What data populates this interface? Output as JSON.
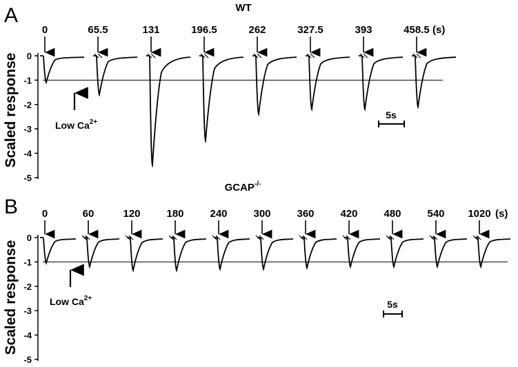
{
  "chart_data": [
    {
      "panel": "A",
      "type": "line",
      "title": "WT",
      "ylabel": "Scaled response",
      "ylim": [
        -5,
        0
      ],
      "yticks": [
        0,
        -1,
        -2,
        -3,
        -4,
        -5
      ],
      "ytick_labels": [
        "0",
        "-1",
        "-2",
        "-3",
        "-4",
        "-5"
      ],
      "reference_line": -1,
      "time_unit": "(s)",
      "annotations": {
        "low_ca": "Low Ca",
        "low_ca_sup": "2+",
        "scale_bar": "5s"
      },
      "series": [
        {
          "time": "0",
          "peak": -1.1
        },
        {
          "time": "65.5",
          "peak": -1.6
        },
        {
          "time": "131",
          "peak": -4.5
        },
        {
          "time": "196.5",
          "peak": -3.5
        },
        {
          "time": "262",
          "peak": -2.4
        },
        {
          "time": "327.5",
          "peak": -2.2
        },
        {
          "time": "393",
          "peak": -2.2
        },
        {
          "time": "458.5",
          "peak": -2.1
        }
      ]
    },
    {
      "panel": "B",
      "type": "line",
      "title": "GCAP",
      "title_sup": "-/-",
      "ylabel": "Scaled response",
      "ylim": [
        -5,
        0
      ],
      "yticks": [
        0,
        -1,
        -2,
        -3,
        -4,
        -5
      ],
      "ytick_labels": [
        "0",
        "-1",
        "-2",
        "-3",
        "-4",
        "-5"
      ],
      "reference_line": -1,
      "time_unit": "(s)",
      "annotations": {
        "low_ca": "Low Ca",
        "low_ca_sup": "2+",
        "scale_bar": "5s"
      },
      "series": [
        {
          "time": "0",
          "peak": -1.05
        },
        {
          "time": "60",
          "peak": -1.2
        },
        {
          "time": "120",
          "peak": -1.35
        },
        {
          "time": "180",
          "peak": -1.35
        },
        {
          "time": "240",
          "peak": -1.3
        },
        {
          "time": "300",
          "peak": -1.3
        },
        {
          "time": "360",
          "peak": -1.25
        },
        {
          "time": "420",
          "peak": -1.2
        },
        {
          "time": "480",
          "peak": -1.2
        },
        {
          "time": "540",
          "peak": -1.2
        },
        {
          "time": "1020",
          "peak": -1.2
        }
      ]
    }
  ]
}
